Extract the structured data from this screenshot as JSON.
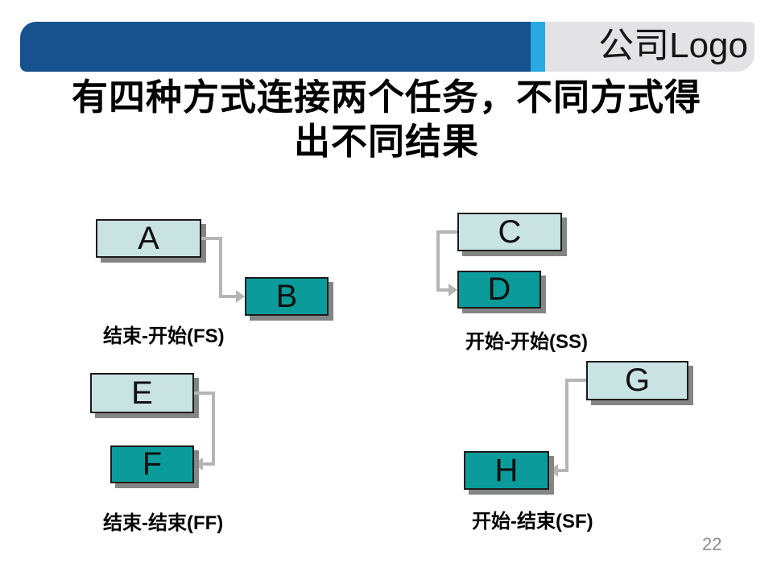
{
  "header": {
    "logo_text": "公司Logo"
  },
  "title": {
    "line1": "有四种方式连接两个任务，不同方式得",
    "line2": "出不同结果"
  },
  "diagrams": [
    {
      "abbr": "FS",
      "from_task": "A",
      "to_task": "B",
      "label": "结束-开始(FS)"
    },
    {
      "abbr": "SS",
      "from_task": "C",
      "to_task": "D",
      "label": "开始-开始(SS)"
    },
    {
      "abbr": "FF",
      "from_task": "E",
      "to_task": "F",
      "label": "结束-结束(FF)"
    },
    {
      "abbr": "SF",
      "from_task": "G",
      "to_task": "H",
      "label": "开始-结束(SF)"
    }
  ],
  "page_number": "22",
  "colors": {
    "header_blue": "#17528F",
    "header_accent": "#2AA9E0",
    "logo_bg": "#E3E3E5",
    "task_light": "#C9E3E2",
    "task_teal": "#0C9B9B",
    "box_border": "#1C1C1C",
    "shadow": "#858585",
    "arrow": "#B5B5B5",
    "text": "#000000",
    "page_number": "#8D8D8D"
  }
}
